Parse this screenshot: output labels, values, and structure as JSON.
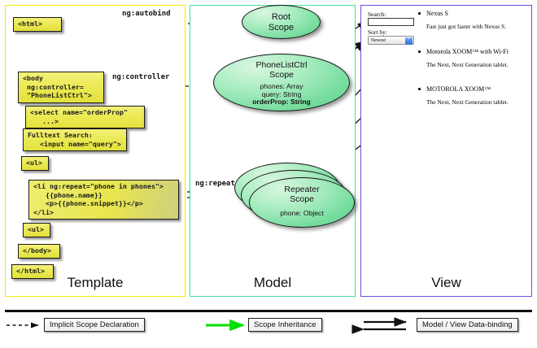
{
  "panels": [
    {
      "key": "template",
      "label": "Template",
      "border_color": "#f2ea00"
    },
    {
      "key": "model",
      "label": "Model",
      "border_color": "#3ee29a"
    },
    {
      "key": "view",
      "label": "View",
      "border_color": "#6a4ddb"
    }
  ],
  "template": {
    "boxes": [
      {
        "name": "html-open-tag",
        "text": "<html>"
      },
      {
        "name": "body-open-tag",
        "text": "<body\n ng:controller=\n \"PhoneListCtrl\">"
      },
      {
        "name": "select-tag",
        "text": "<select name=\"orderProp\"\n   ...>"
      },
      {
        "name": "fulltext-search",
        "text": "Fulltext Search:\n   <input name=\"query\">"
      },
      {
        "name": "ul-open-tag",
        "text": "<ul>"
      },
      {
        "name": "li-repeat-tag",
        "text": "<li ng:repeat=\"phone in phones\">\n   {{phone.name}}\n   <p>{{phone.snippet}}</p>\n</li>"
      },
      {
        "name": "ul-close-tag",
        "text": "<ul>"
      },
      {
        "name": "body-close-tag",
        "text": "</body>"
      },
      {
        "name": "html-close-tag",
        "text": "</html>"
      }
    ]
  },
  "model": {
    "scopes": [
      {
        "name": "root-scope",
        "title_line1": "Root",
        "title_line2": "Scope",
        "props": []
      },
      {
        "name": "phonelistctrl-scope",
        "title_line1": "PhoneListCtrl",
        "title_line2": "Scope",
        "props": [
          "phones: Array",
          "query: String",
          "orderProp: String"
        ]
      },
      {
        "name": "repeater-scope",
        "title_line1": "Repeater",
        "title_line2": "Scope",
        "props": [
          "phone: Object"
        ]
      }
    ]
  },
  "edges": {
    "autobind": "ng:autobind",
    "controller": "ng:controller",
    "repeat": "ng:repeat"
  },
  "view": {
    "search_label": "Search:",
    "search_value": "",
    "sort_label": "Sort by:",
    "sort_selected": "Newest",
    "phones": [
      {
        "name": "Nexus S",
        "snippet": "Fast just got faster with Nexus S."
      },
      {
        "name": "Motorola XOOM™ with Wi-Fi",
        "snippet": "The Next, Next Generation tablet."
      },
      {
        "name": "MOTOROLA XOOM™",
        "snippet": "The Next, Next Generation tablet."
      }
    ]
  },
  "legend": [
    {
      "name": "implicit-scope-declaration",
      "label": "Implicit Scope Declaration",
      "arrow": "dashed-arrow",
      "color": "#111111"
    },
    {
      "name": "scope-inheritance",
      "label": "Scope Inheritance",
      "arrow": "green-arrow",
      "color": "#00e000"
    },
    {
      "name": "model-view-data-binding",
      "label": "Model / View Data-binding",
      "arrow": "double-arrow",
      "color": "#111111"
    }
  ]
}
